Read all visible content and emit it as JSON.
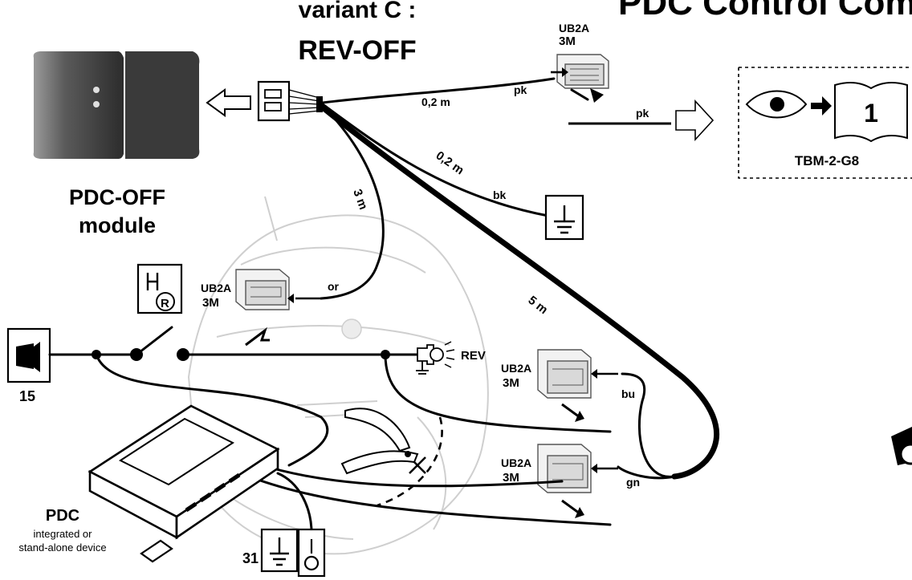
{
  "title": "PDC Control Com",
  "variant": {
    "line1": "variant C :",
    "line2": "REV-OFF"
  },
  "module": {
    "line1": "PDC-OFF",
    "line2": "module"
  },
  "connectors": {
    "brand_top": "UB2A",
    "brand_bottom": "3M"
  },
  "wires": {
    "len_pk": "0,2 m",
    "len_bk": "0,2 m",
    "len_or": "3 m",
    "len_main": "5 m",
    "pk1": "pk",
    "pk2": "pk",
    "bk": "bk",
    "or": "or",
    "bu": "bu",
    "gn": "gn"
  },
  "reference": {
    "code": "TBM-2-G8",
    "page": "1"
  },
  "circuit": {
    "ignition": "15",
    "ground": "31",
    "rev_label": "REV"
  },
  "pdc_device": {
    "title": "PDC",
    "line1": "integrated or",
    "line2": "stand-alone device"
  },
  "colors": {
    "ink": "#000000",
    "ghost": "#cfcfcf",
    "connector": "#d9d9d9"
  }
}
